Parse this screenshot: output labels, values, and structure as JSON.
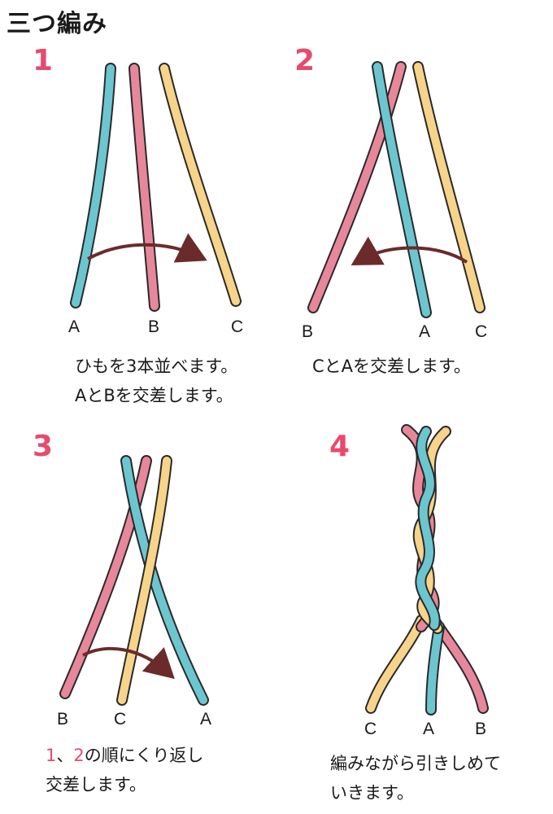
{
  "title": "三つ編み",
  "colors": {
    "accent": "#e84a6e",
    "strand_a": "#6cc6d0",
    "strand_b": "#e8879a",
    "strand_c": "#f7d48a",
    "arrow": "#6b2b2b",
    "outline": "#2a2a2a"
  },
  "panels": [
    {
      "number": "1",
      "caption_lines": [
        "ひもを3本並べます。",
        "AとBを交差します。"
      ],
      "labels": [
        "A",
        "B",
        "C"
      ]
    },
    {
      "number": "2",
      "caption_lines": [
        "CとAを交差します。"
      ],
      "labels": [
        "B",
        "A",
        "C"
      ]
    },
    {
      "number": "3",
      "caption_line1_parts": [
        "1",
        "、",
        "2",
        "の順にくり返し"
      ],
      "caption_line2": "交差します。",
      "labels": [
        "B",
        "C",
        "A"
      ]
    },
    {
      "number": "4",
      "caption_lines": [
        "編みながら引きしめて",
        "いきます。"
      ],
      "labels": [
        "C",
        "A",
        "B"
      ]
    }
  ]
}
